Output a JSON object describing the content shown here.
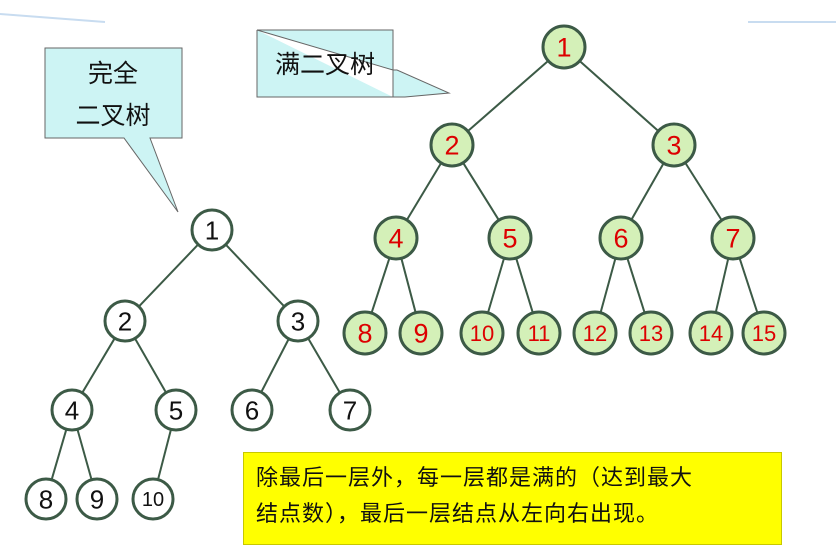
{
  "callouts": {
    "complete": {
      "lines": [
        "完全",
        "二叉树"
      ]
    },
    "full": {
      "lines": [
        "满二叉树"
      ]
    }
  },
  "note": {
    "lines": [
      "除最后一层外，每一层都是满的（达到最大",
      "结点数），最后一层结点从左向右出现。"
    ]
  },
  "trees": {
    "complete": {
      "nodes": [
        "1",
        "2",
        "3",
        "4",
        "5",
        "6",
        "7",
        "8",
        "9",
        "10"
      ]
    },
    "full": {
      "nodes": [
        "1",
        "2",
        "3",
        "4",
        "5",
        "6",
        "7",
        "8",
        "9",
        "10",
        "11",
        "12",
        "13",
        "14",
        "15"
      ]
    }
  },
  "colors": {
    "edge": "#3c5a46",
    "complete_node_fill": "#ffffff",
    "complete_node_text": "#111111",
    "full_node_fill": "#d4f0b8",
    "full_node_text": "#dd0000",
    "callout_fill": "#cdf4f4",
    "note_fill": "#ffff00"
  }
}
